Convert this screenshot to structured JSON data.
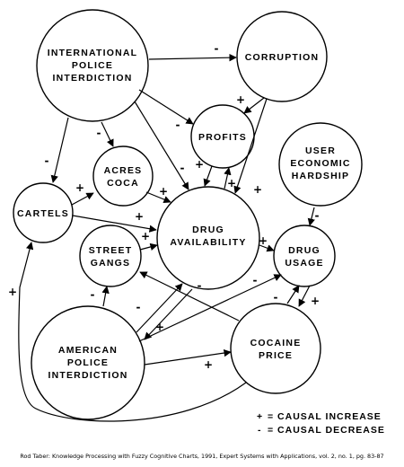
{
  "nodes": {
    "international_police": [
      "INTERNATIONAL",
      "POLICE",
      "INTERDICTION"
    ],
    "corruption": [
      "CORRUPTION"
    ],
    "profits": [
      "PROFITS"
    ],
    "user_hardship": [
      "USER",
      "ECONOMIC",
      "HARDSHIP"
    ],
    "acres_coca": [
      "ACRES",
      "COCA"
    ],
    "cartels": [
      "CARTELS"
    ],
    "drug_availability": [
      "DRUG",
      "AVAILABILITY"
    ],
    "street_gangs": [
      "STREET",
      "GANGS"
    ],
    "drug_usage": [
      "DRUG",
      "USAGE"
    ],
    "american_police": [
      "AMERICAN",
      "POLICE",
      "INTERDICTION"
    ],
    "cocaine_price": [
      "COCAINE",
      "PRICE"
    ]
  },
  "signs": {
    "plus": "+",
    "minus": "-"
  },
  "legend": {
    "increase_symbol": "+",
    "increase_label": "= CAUSAL INCREASE",
    "decrease_symbol": "-",
    "decrease_label": "= CAUSAL DECREASE"
  },
  "citation": "Rod Taber: Knowledge Processing with Fuzzy Cognitive Charts, 1991, Expert Systems with Applications, vol. 2, no. 1, pg. 83-87"
}
